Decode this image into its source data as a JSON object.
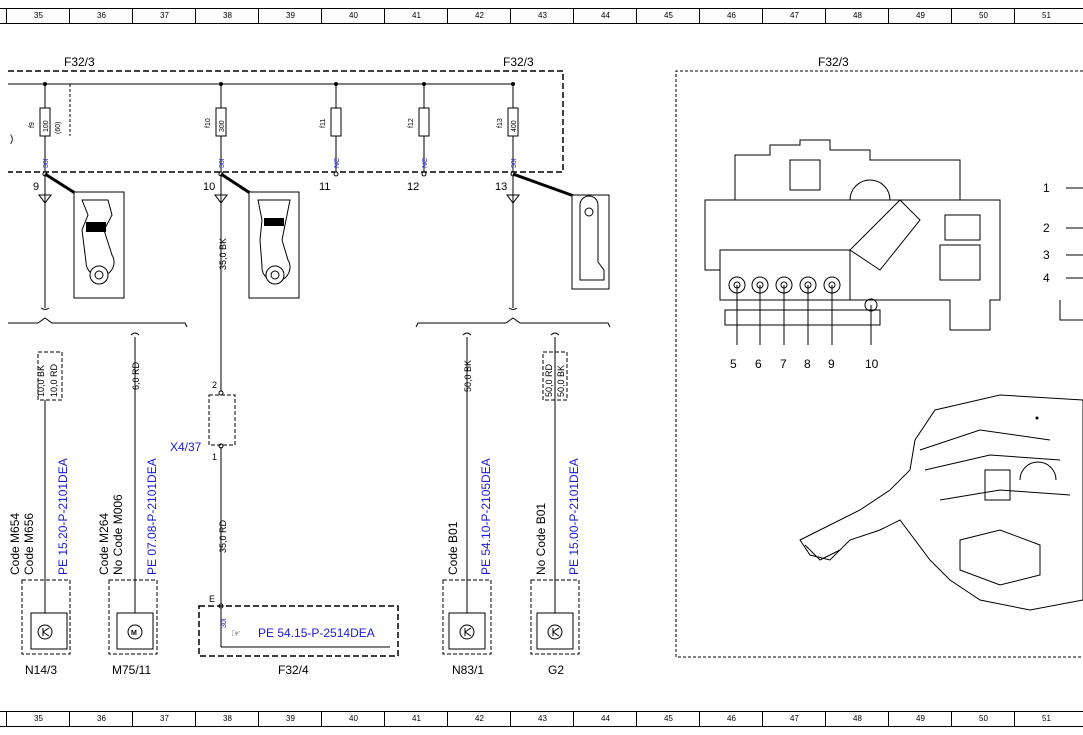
{
  "ruler": [
    "35",
    "36",
    "37",
    "38",
    "39",
    "40",
    "41",
    "42",
    "43",
    "44",
    "45",
    "46",
    "47",
    "48",
    "49",
    "50",
    "51"
  ],
  "fuse_block": {
    "label_left": "F32/3",
    "label_mid": "F32/3",
    "fuses": [
      {
        "id": "f9",
        "rating": "100",
        "alt": "(60)",
        "tag": "30I",
        "terminal": "9"
      },
      {
        "id": "f10",
        "rating": "300",
        "tag": "30I",
        "terminal": "10"
      },
      {
        "id": "f11",
        "rating": "",
        "tag": "NC",
        "terminal": "11"
      },
      {
        "id": "f12",
        "rating": "",
        "tag": "NC",
        "terminal": "12"
      },
      {
        "id": "f13",
        "rating": "400",
        "tag": "30I",
        "terminal": "13"
      }
    ],
    "left_paren": ")"
  },
  "wires": {
    "w1a": "10,0 BK",
    "w1b": "10,0 RD",
    "w2": "6,0 RD",
    "w3": "35,0 BK",
    "w4": "35,0 RD",
    "w5": "50,0 BK",
    "w6a": "50,0 RD",
    "w6b": "50,0 BK"
  },
  "connector": {
    "name": "X4/37",
    "pin_top": "2",
    "pin_bottom": "1"
  },
  "components": [
    {
      "code1": "Code M654",
      "code2": "Code M656",
      "ref": "PE 15.20-P-2101DEA",
      "id": "N14/3"
    },
    {
      "code1": "Code M264",
      "code2": "No Code M006",
      "ref": "PE 07.08-P-2101DEA",
      "id": "M75/11"
    },
    {
      "code1": "Code B01",
      "code2": "",
      "ref": "PE 54.10-P-2105DEA",
      "id": "N83/1"
    },
    {
      "code1": "No Code B01",
      "code2": "",
      "ref": "PE 15.00-P-2101DEA",
      "id": "G2"
    }
  ],
  "f32_4": {
    "pin": "E",
    "tag": "30I",
    "ref": "PE 54.15-P-2514DEA",
    "id": "F32/4"
  },
  "detail": {
    "title": "F32/3",
    "callouts_right": [
      "1",
      "2",
      "3",
      "4"
    ],
    "callouts_bottom": [
      "5",
      "6",
      "7",
      "8",
      "9",
      "10"
    ]
  }
}
